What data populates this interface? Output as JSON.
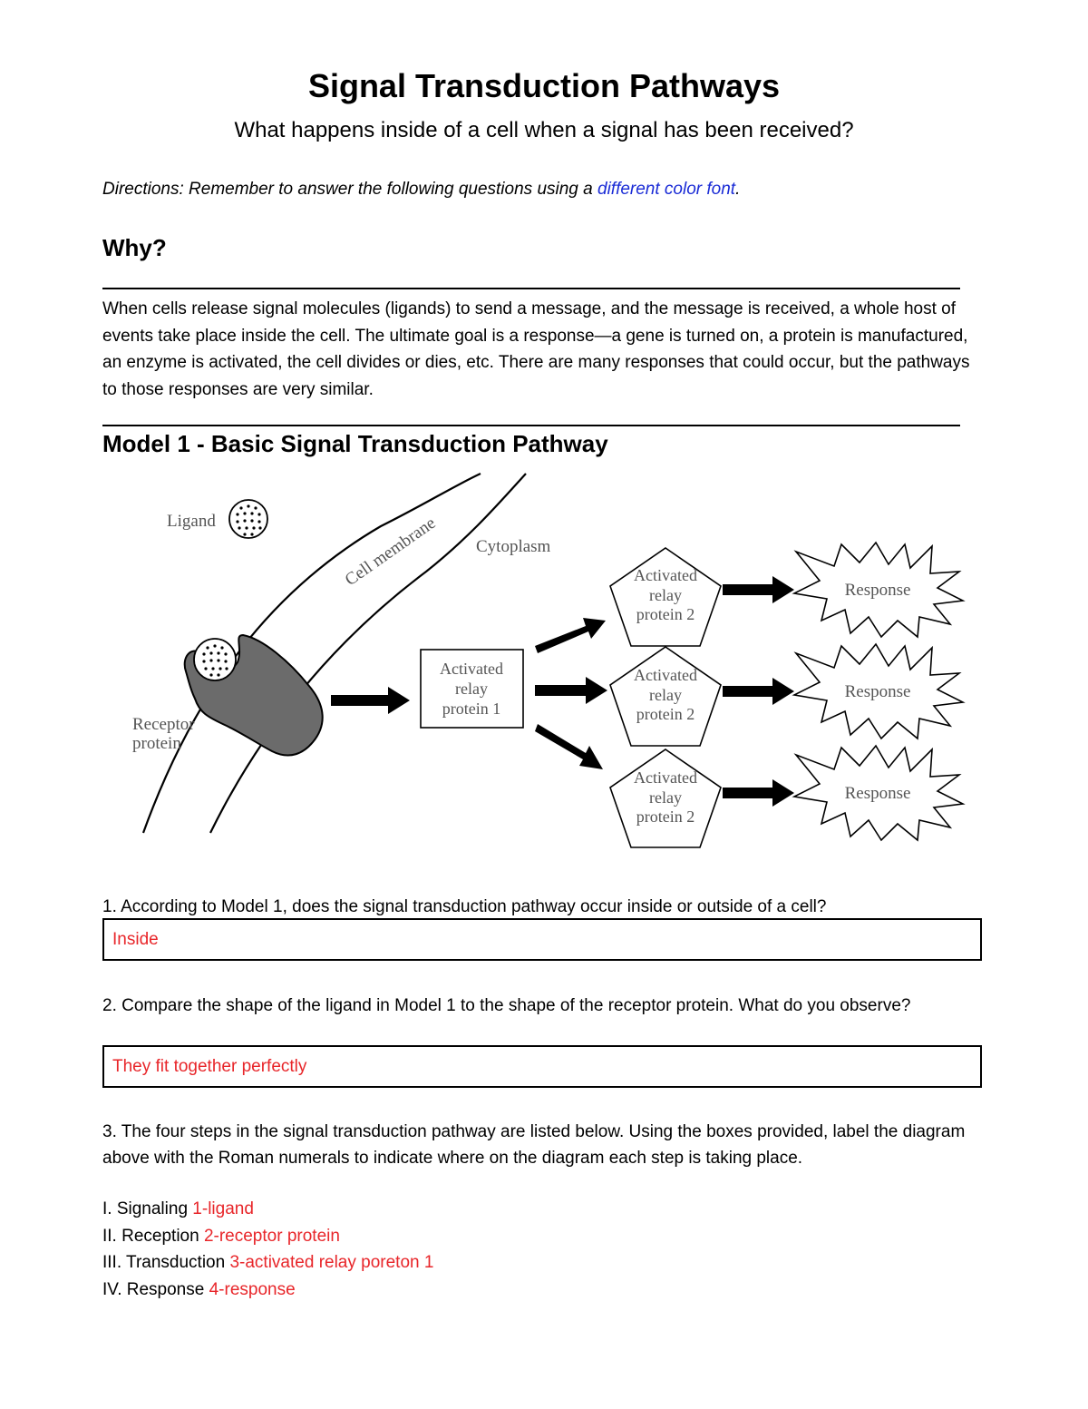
{
  "title": "Signal Transduction Pathways",
  "subtitle": "What happens inside of a cell when a signal has been received?",
  "directions": {
    "prefix": "Directions: Remember to answer the following questions using a ",
    "highlight": "different color font",
    "suffix": "."
  },
  "why": {
    "heading": "Why?",
    "paragraph": "When cells release signal molecules (ligands) to send a message, and the message is received, a whole host of events take place inside the cell. The ultimate goal is a response—a gene is turned on, a protein is manufactured, an enzyme is activated, the cell divides or dies, etc. There are many responses that could occur, but the pathways to those responses are very similar."
  },
  "model": {
    "heading": "Model 1 - Basic Signal Transduction Pathway",
    "labels": {
      "ligand": "Ligand",
      "membrane": "Cell membrane",
      "cytoplasm": "Cytoplasm",
      "receptor_line1": "Receptor",
      "receptor_line2": "protein",
      "relay1_line1": "Activated",
      "relay1_line2": "relay",
      "relay1_line3": "protein 1",
      "relay2_line1": "Activated",
      "relay2_line2": "relay",
      "relay2_line3": "protein 2",
      "response": "Response"
    }
  },
  "questions": [
    {
      "text": "1. According to Model 1, does the signal transduction pathway occur inside or outside of a cell?",
      "answer": "Inside"
    },
    {
      "text": "2. Compare the shape of the ligand in Model 1 to the shape of the receptor protein. What do you observe?",
      "answer": "They fit together perfectly"
    },
    {
      "text": "3. The four steps in the signal transduction pathway are listed below. Using the boxes provided, label the diagram above with the Roman numerals to indicate where on the diagram each step is taking place."
    }
  ],
  "steps": [
    {
      "label": "I. Signaling ",
      "answer": "1-ligand"
    },
    {
      "label": "II. Reception ",
      "answer": "2-receptor protein"
    },
    {
      "label": "III. Transduction ",
      "answer": "3-activated relay poreton 1"
    },
    {
      "label": "IV. Response ",
      "answer": "4-response"
    }
  ],
  "colors": {
    "answer": "#e8262a",
    "highlight": "#1a2bd6"
  }
}
